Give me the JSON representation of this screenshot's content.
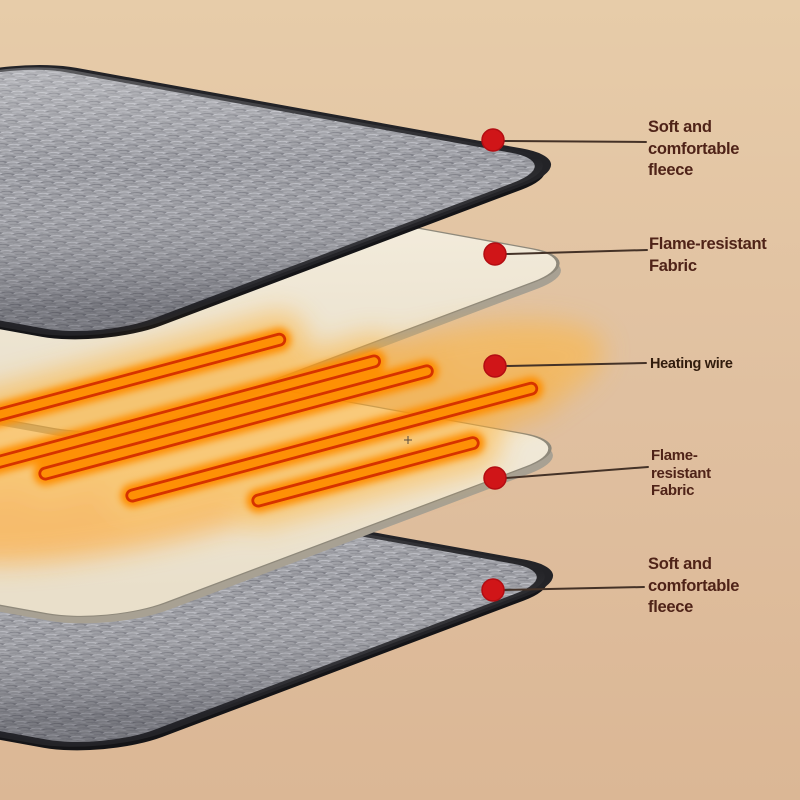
{
  "diagram": {
    "type": "exploded-layer-product-diagram",
    "subject": "heating pad construction layers"
  },
  "colors": {
    "background_top": "#e7cca9",
    "background_bottom": "#dbb795",
    "label_text": "#4f2318",
    "small_label_text": "#311c0d",
    "callout_dot": "#d01518",
    "leader_line": "#443227",
    "fleece_fill": "#9d9ea4",
    "fleece_edge": "#232327",
    "fabric_fill": "#f2ead9",
    "fabric_edge": "#8f897b",
    "wire_line": "#d63300",
    "wire_glow": "#ffa318"
  },
  "callouts": [
    {
      "id": "fleece-top",
      "lines": [
        "Soft and",
        "comfortable",
        "fleece"
      ]
    },
    {
      "id": "fabric-top",
      "lines": [
        "Flame-resistant",
        "Fabric"
      ]
    },
    {
      "id": "heating-wire",
      "lines": [
        "Heating wire"
      ]
    },
    {
      "id": "fabric-bottom",
      "lines": [
        "Flame-",
        "resistant",
        "Fabric"
      ]
    },
    {
      "id": "fleece-bottom",
      "lines": [
        "Soft and",
        "comfortable",
        "fleece"
      ]
    }
  ],
  "layers": [
    {
      "id": "fleece-top-layer",
      "label": "Soft and comfortable fleece"
    },
    {
      "id": "fabric-top-layer",
      "label": "Flame-resistant Fabric"
    },
    {
      "id": "heating-wire-layer",
      "label": "Heating wire"
    },
    {
      "id": "fabric-bottom-layer",
      "label": "Flame-resistant Fabric"
    },
    {
      "id": "fleece-bottom-layer",
      "label": "Soft and comfortable fleece"
    }
  ]
}
